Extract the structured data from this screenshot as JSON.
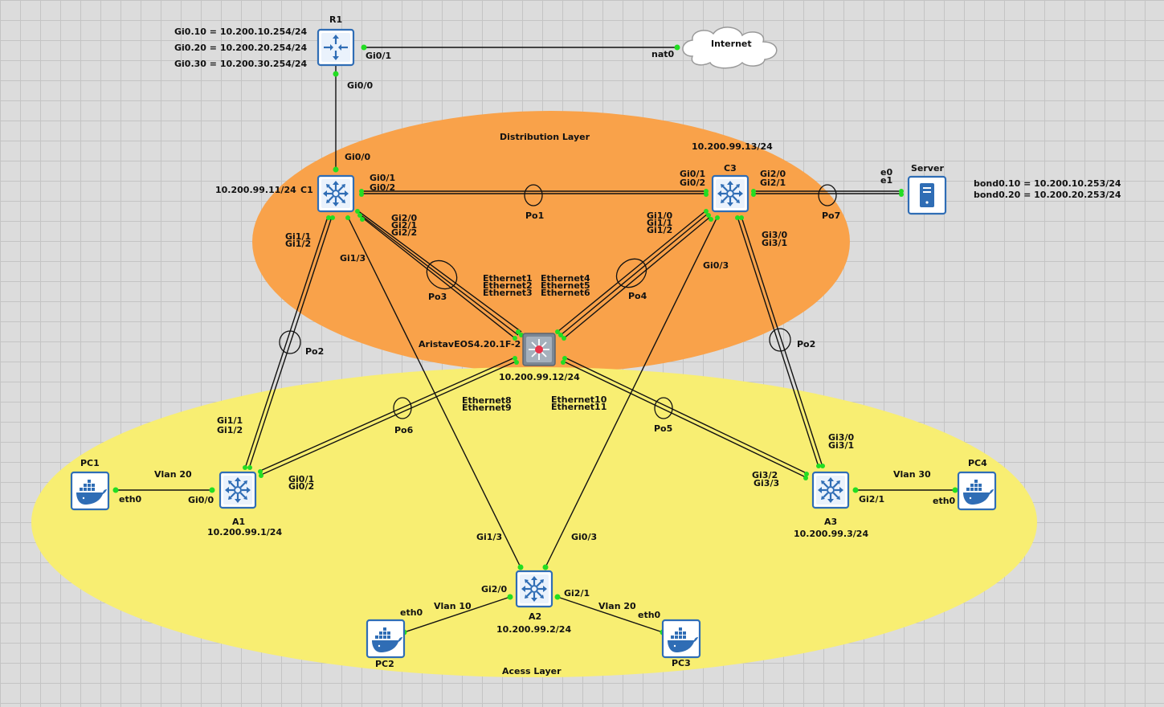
{
  "zones": {
    "distribution": "Distribution Layer",
    "access": "Acess Layer"
  },
  "devices": {
    "r1": "R1",
    "internet": "Internet",
    "c1": "C1",
    "c3": "C3",
    "arista": "AristavEOS4.20.1F-2",
    "server": "Server",
    "a1": "A1",
    "a2": "A2",
    "a3": "A3",
    "pc1": "PC1",
    "pc2": "PC2",
    "pc3": "PC3",
    "pc4": "PC4"
  },
  "addresses": {
    "r1_sub10": "Gi0.10 = 10.200.10.254/24",
    "r1_sub20": "Gi0.20 = 10.200.20.254/24",
    "r1_sub30": "Gi0.30 = 10.200.30.254/24",
    "c1": "10.200.99.11/24",
    "c3": "10.200.99.13/24",
    "arista": "10.200.99.12/24",
    "a1": "10.200.99.1/24",
    "a2": "10.200.99.2/24",
    "a3": "10.200.99.3/24",
    "server_bond10": "bond0.10 = 10.200.10.253/24",
    "server_bond20": "bond0.20 = 10.200.20.253/24"
  },
  "ports": {
    "r1_gi01": "Gi0/1",
    "internet_nat0": "nat0",
    "r1_gi00": "Gi0/0",
    "c1_gi00": "Gi0/0",
    "c1_gi01": "Gi0/1",
    "c1_gi02": "Gi0/2",
    "c3_gi01": "Gi0/1",
    "c3_gi02": "Gi0/2",
    "c3_gi20": "Gi2/0",
    "c3_gi21": "Gi2/1",
    "server_e0": "e0",
    "server_e1": "e1",
    "c1_gi20": "Gi2/0",
    "c1_gi21": "Gi2/1",
    "c1_gi22": "Gi2/2",
    "c3_gi10": "Gi1/0",
    "c3_gi11": "Gi1/1",
    "c3_gi12": "Gi1/2",
    "c1_gi11": "Gi1/1",
    "c1_gi12": "Gi1/2",
    "c1_gi13": "Gi1/3",
    "c3_gi30": "Gi3/0",
    "c3_gi31": "Gi3/1",
    "c3_gi03": "Gi0/3",
    "ar_eth1": "Ethernet1",
    "ar_eth2": "Ethernet2",
    "ar_eth3": "Ethernet3",
    "ar_eth4": "Ethernet4",
    "ar_eth5": "Ethernet5",
    "ar_eth6": "Ethernet6",
    "ar_eth8": "Ethernet8",
    "ar_eth9": "Ethernet9",
    "ar_eth10": "Ethernet10",
    "ar_eth11": "Ethernet11",
    "a1_gi11": "Gi1/1",
    "a1_gi12": "Gi1/2",
    "a1_gi01": "Gi0/1",
    "a1_gi02": "Gi0/2",
    "a1_gi00": "Gi0/0",
    "pc1_eth0": "eth0",
    "a3_gi30": "Gi3/0",
    "a3_gi31": "Gi3/1",
    "a3_gi32": "Gi3/2",
    "a3_gi33": "Gi3/3",
    "a3_gi21": "Gi2/1",
    "pc4_eth0": "eth0",
    "a2_gi13": "Gi1/3",
    "a2_gi03": "Gi0/3",
    "a2_gi20": "Gi2/0",
    "a2_gi21": "Gi2/1",
    "pc2_eth0": "eth0",
    "pc3_eth0": "eth0"
  },
  "portchannels": {
    "po1": "Po1",
    "po7": "Po7",
    "po3": "Po3",
    "po4": "Po4",
    "po2_left": "Po2",
    "po2_right": "Po2",
    "po6": "Po6",
    "po5": "Po5"
  },
  "vlans": {
    "pc1": "Vlan 20",
    "pc4": "Vlan 30",
    "pc2": "Vlan 10",
    "pc3": "Vlan 20"
  },
  "colors": {
    "distribution_zone": "#f9a24a",
    "access_zone": "#f8ee72",
    "device_blue": "#2f6db5",
    "port_up": "#22dd22",
    "arista_gray": "#7b8794"
  }
}
